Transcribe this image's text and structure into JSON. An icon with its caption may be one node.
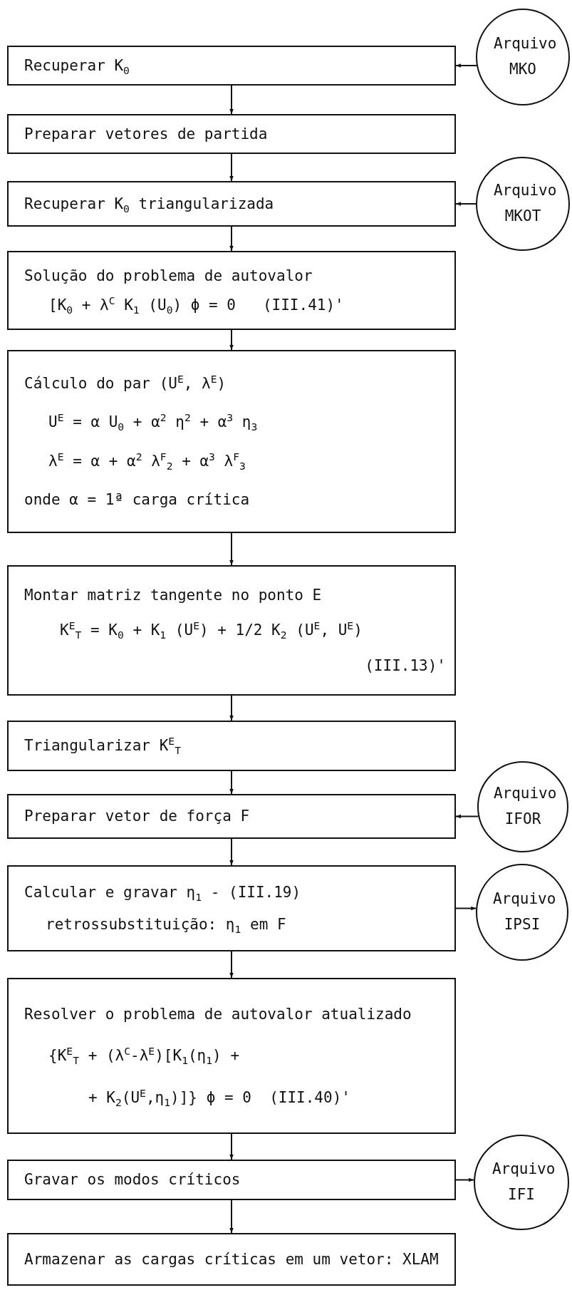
{
  "diagram": {
    "nodes": [
      {
        "text": [
          "Recuperar K$_{0}$"
        ]
      },
      {
        "text": [
          "Arquivo MKO"
        ]
      },
      {
        "text": [
          "Preparar vetores de partida"
        ]
      },
      {
        "text": [
          "Recuperar K$_{0}$ triangularizada"
        ]
      },
      {
        "text": [
          "Arquivo MKOT"
        ]
      },
      {
        "text": [
          "Solução do problema de autovalor",
          "[K$_{0}$ + λ$^{C}$ K$_{1}$ (U$_{0}$) ϕ = 0   (III.41)'"
        ]
      },
      {
        "text": [
          "Cálculo do par (U$^{E}$, λ$^{E}$)",
          "U$^{E}$ = α U$_{0}$ + α$^{2}$ η$^{2}$ + α$^{3}$ η$_{3}$",
          "λ$^{E}$ = α + α$^{2}$ λ$^{F}$$_{2}$ + α$^{3}$ λ$^{F}$$_{3}$",
          "onde α = 1ª carga crítica"
        ]
      },
      {
        "text": [
          "Montar matriz tangente no ponto E",
          "K$^{E}$$_{T}$ = K$_{0}$ + K$_{1}$ (U$^{E}$) + 1/2 K$_{2}$ (U$^{E}$, U$^{E}$)",
          "(III.13)'"
        ]
      },
      {
        "text": [
          "Triangularizar K$^{E}$$_{T}$"
        ]
      },
      {
        "text": [
          "Preparar vetor de força F"
        ]
      },
      {
        "text": [
          "Arquivo IFOR"
        ]
      },
      {
        "text": [
          "Calcular e gravar η$_{1}$ - (III.19)",
          "retrossubstituição: η$_{1}$ em F"
        ]
      },
      {
        "text": [
          "Arquivo IPSI"
        ]
      },
      {
        "text": [
          "Resolver o problema de autovalor atualizado",
          "{K$^{E}$$_{T}$ + (λ$^{C}$-λ$^{E}$)[K$_{1}$(η$_{1}$) +",
          "+ K$_{2}$(U$^{E}$,η$_{1}$)]} ϕ = 0  (III.40)'"
        ]
      },
      {
        "text": [
          "Gravar os modos críticos"
        ]
      },
      {
        "text": [
          "Arquivo IFI"
        ]
      },
      {
        "text": [
          "Armazenar as cargas críticas em um vetor: XLAM"
        ]
      }
    ],
    "edges": [
      {
        "from": 1,
        "to": 0,
        "arrow": "to"
      },
      {
        "from": 0,
        "to": 2,
        "arrow": "to"
      },
      {
        "from": 2,
        "to": 3,
        "arrow": "to"
      },
      {
        "from": 4,
        "to": 3,
        "arrow": "to"
      },
      {
        "from": 3,
        "to": 5,
        "arrow": "to"
      },
      {
        "from": 5,
        "to": 6,
        "arrow": "to"
      },
      {
        "from": 6,
        "to": 7,
        "arrow": "to"
      },
      {
        "from": 7,
        "to": 8,
        "arrow": "to"
      },
      {
        "from": 8,
        "to": 9,
        "arrow": "to"
      },
      {
        "from": 10,
        "to": 9,
        "arrow": "to"
      },
      {
        "from": 9,
        "to": 11,
        "arrow": "to"
      },
      {
        "from": 11,
        "to": 12,
        "arrow": "to"
      },
      {
        "from": 11,
        "to": 13,
        "arrow": "to"
      },
      {
        "from": 13,
        "to": 14,
        "arrow": "to"
      },
      {
        "from": 14,
        "to": 15,
        "arrow": "to"
      },
      {
        "from": 14,
        "to": 16,
        "arrow": "to"
      }
    ]
  }
}
